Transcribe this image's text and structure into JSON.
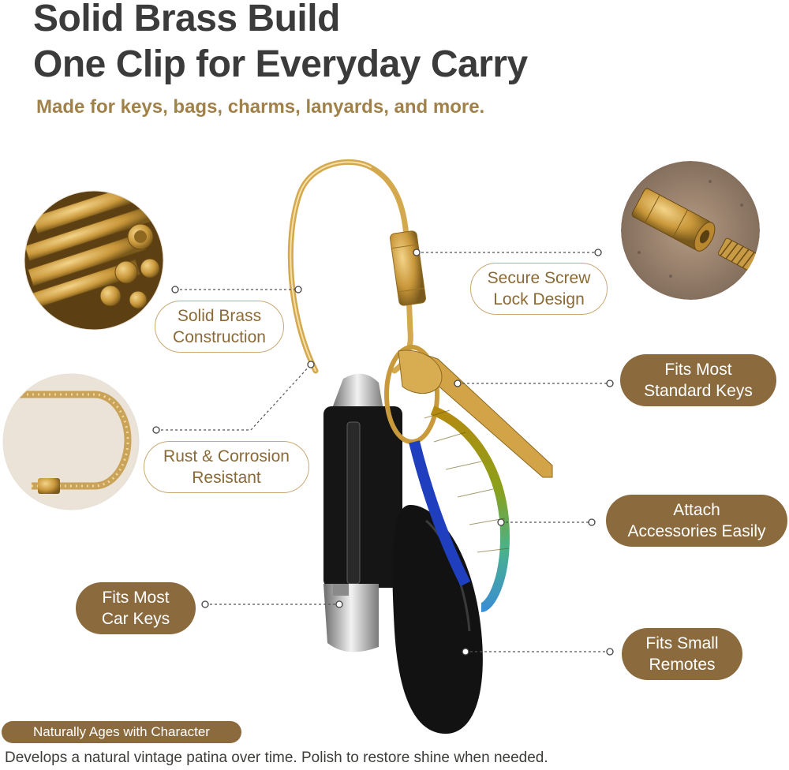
{
  "headline": {
    "line1": "Solid Brass Build",
    "line2": "One Clip for Everyday Carry"
  },
  "subheadline": "Made for keys, bags, charms, lanyards, and more.",
  "callouts": {
    "solid_brass": "Solid Brass\nConstruction",
    "rust": "Rust & Corrosion\nResistant",
    "car_keys": "Fits Most\nCar Keys",
    "screw_lock": "Secure Screw\nLock Design",
    "standard_keys": "Fits Most\nStandard Keys",
    "accessories": "Attach\nAccessories Easily",
    "remotes": "Fits Small\nRemotes"
  },
  "badge": "Naturally Ages with Character",
  "footnote": "Develops a natural vintage patina over time. Polish to restore shine when needed.",
  "colors": {
    "heading": "#3b3b3b",
    "accent_text": "#a0814a",
    "pill_fill": "#8b6b3e",
    "pill_outline": "#c9a873",
    "brass": "#d4a94e"
  }
}
